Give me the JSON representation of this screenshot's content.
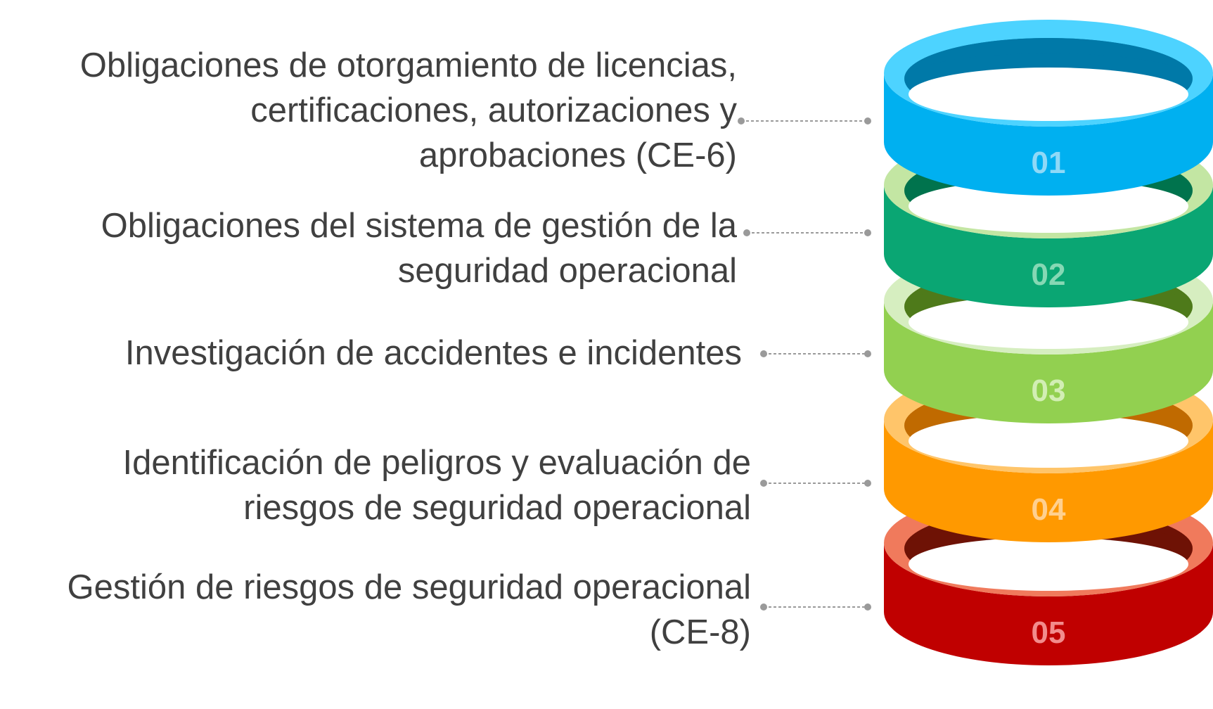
{
  "items": [
    {
      "number": "01",
      "lines": [
        "Obligaciones de otorgamiento de licencias,",
        "certificaciones, autorizaciones y",
        "aprobaciones (CE-6)"
      ],
      "colors": {
        "band": "#00b0f0",
        "rim": "#4dd3ff",
        "inner": "#0079a8",
        "number": "#8fd9f7"
      }
    },
    {
      "number": "02",
      "lines": [
        "Obligaciones del sistema de gestión de la",
        "seguridad operacional"
      ],
      "colors": {
        "band": "#0aa673",
        "rim": "#c3e6a3",
        "inner": "#00734d",
        "number": "#86d8b4"
      }
    },
    {
      "number": "03",
      "lines": [
        "Investigación de accidentes e incidentes"
      ],
      "colors": {
        "band": "#92d050",
        "rim": "#d6eec0",
        "inner": "#4e7a1a",
        "number": "#d2eeb4"
      }
    },
    {
      "number": "04",
      "lines": [
        "Identificación de peligros y evaluación de",
        "riesgos de seguridad operacional"
      ],
      "colors": {
        "band": "#ff9900",
        "rim": "#ffc56a",
        "inner": "#c06a00",
        "number": "#ffd08f"
      }
    },
    {
      "number": "05",
      "lines": [
        "Gestión de riesgos de seguridad operacional",
        "(CE-8)"
      ],
      "colors": {
        "band": "#c00000",
        "rim": "#f07a5c",
        "inner": "#6e1205",
        "number": "#f28c8c"
      }
    }
  ],
  "connector_color": "#9a9a9a"
}
